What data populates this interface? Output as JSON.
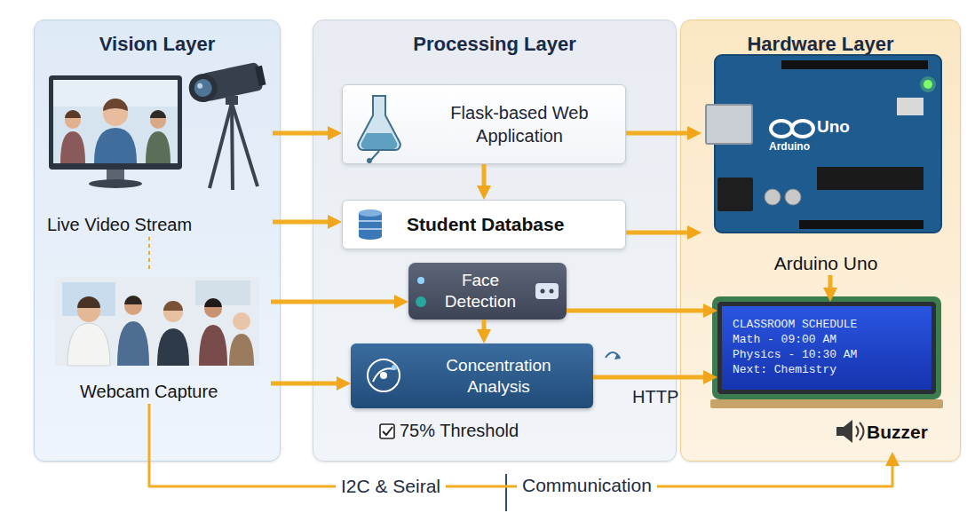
{
  "diagram": {
    "nodes": [
      {
        "text": [
          "Vision Layer"
        ]
      },
      {
        "text": [
          "Live Video Stream"
        ],
        "in": 0
      },
      {
        "text": [
          "Webcam Capture"
        ],
        "in": 0
      },
      {
        "text": [
          "Processing Layer"
        ]
      },
      {
        "text": [
          "Flask-based Web Application"
        ],
        "in": 3
      },
      {
        "text": [
          "Student Database"
        ],
        "in": 3
      },
      {
        "text": [
          "Face Detection"
        ],
        "in": 3
      },
      {
        "text": [
          "Concentration Analysis"
        ],
        "in": 3
      },
      {
        "text": [
          "Hardware Layer"
        ]
      },
      {
        "text": [
          "Arduino Uno"
        ],
        "in": 8
      },
      {
        "text": [
          "CLASSROOM SCHEDULE",
          "Math - 09:00 AM",
          "Physics - 10:30 AM",
          "Next: Chemistry"
        ],
        "in": 8
      },
      {
        "text": [
          "Buzzer"
        ],
        "in": 8
      }
    ],
    "edges": [
      {
        "from": 1,
        "to": 4,
        "arrow": "to"
      },
      {
        "from": 1,
        "to": 5,
        "arrow": "to"
      },
      {
        "from": 1,
        "to": 2,
        "arrow": "none"
      },
      {
        "from": 2,
        "to": 6,
        "arrow": "to"
      },
      {
        "from": 2,
        "to": 7,
        "arrow": "to"
      },
      {
        "from": 2,
        "to": 11,
        "arrow": "to",
        "label": "I2C & Seiral"
      },
      {
        "from": 4,
        "to": 5,
        "arrow": "to"
      },
      {
        "from": 4,
        "to": 9,
        "arrow": "to"
      },
      {
        "from": 5,
        "to": 9,
        "arrow": "to"
      },
      {
        "from": 6,
        "to": 7,
        "arrow": "to"
      },
      {
        "from": 6,
        "to": 10,
        "arrow": "to"
      },
      {
        "from": 7,
        "to": 10,
        "arrow": "to",
        "label": "HTTP"
      },
      {
        "from": 9,
        "to": 10,
        "arrow": "to"
      }
    ],
    "labels": [
      "75% Threshold",
      "Communication",
      "Arduino",
      "Uno"
    ]
  }
}
